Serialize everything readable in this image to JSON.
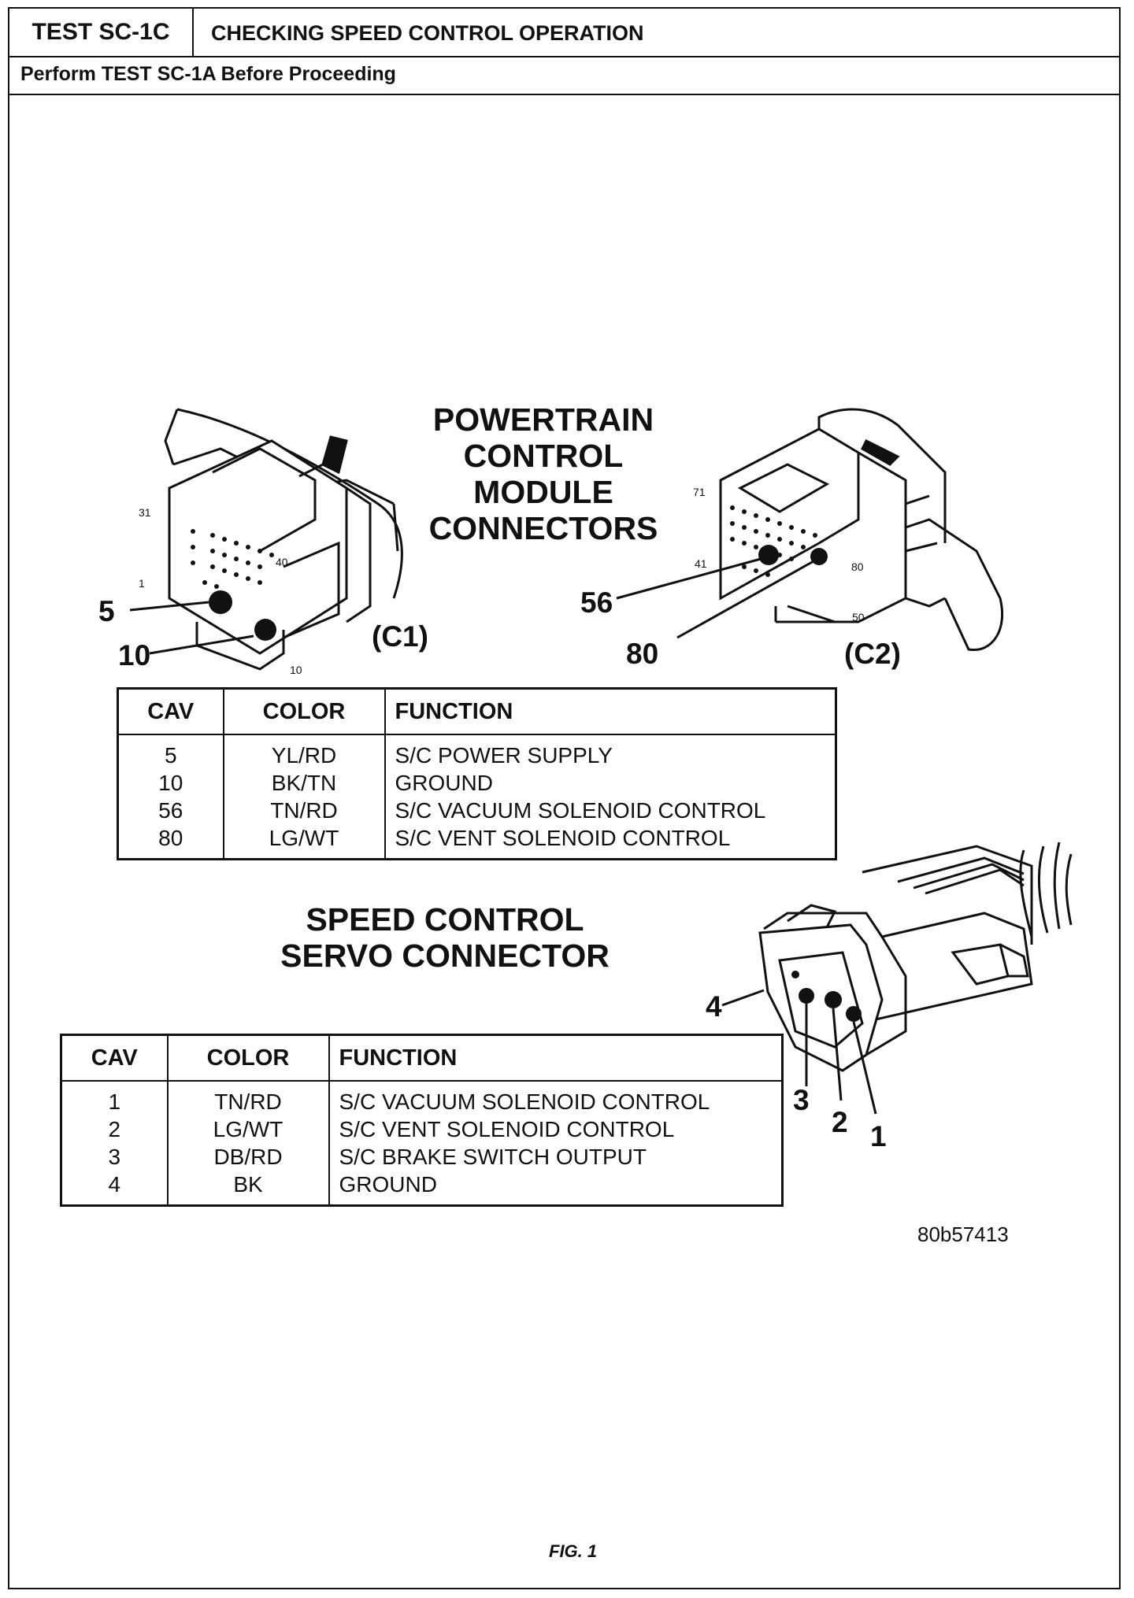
{
  "header": {
    "test_id": "TEST SC-1C",
    "title": "CHECKING SPEED CONTROL OPERATION",
    "subtitle": "Perform TEST SC-1A Before Proceeding"
  },
  "pcm": {
    "title_lines": [
      "POWERTRAIN",
      "CONTROL",
      "MODULE",
      "CONNECTORS"
    ],
    "c1": {
      "label": "(C1)",
      "callouts": [
        "5",
        "10"
      ],
      "pin_numbers": [
        "31",
        "40",
        "1",
        "10"
      ]
    },
    "c2": {
      "label": "(C2)",
      "callouts": [
        "56",
        "80"
      ],
      "pin_numbers": [
        "71",
        "41",
        "80",
        "50"
      ]
    },
    "table": {
      "headers": [
        "CAV",
        "COLOR",
        "FUNCTION"
      ],
      "rows": [
        [
          "5",
          "YL/RD",
          "S/C POWER SUPPLY"
        ],
        [
          "10",
          "BK/TN",
          "GROUND"
        ],
        [
          "56",
          "TN/RD",
          "S/C VACUUM SOLENOID CONTROL"
        ],
        [
          "80",
          "LG/WT",
          "S/C VENT SOLENOID CONTROL"
        ]
      ]
    }
  },
  "servo": {
    "title_lines": [
      "SPEED CONTROL",
      "SERVO CONNECTOR"
    ],
    "callouts": [
      "4",
      "3",
      "2",
      "1"
    ],
    "table": {
      "headers": [
        "CAV",
        "COLOR",
        "FUNCTION"
      ],
      "rows": [
        [
          "1",
          "TN/RD",
          "S/C VACUUM SOLENOID CONTROL"
        ],
        [
          "2",
          "LG/WT",
          "S/C VENT SOLENOID CONTROL"
        ],
        [
          "3",
          "DB/RD",
          "S/C BRAKE SWITCH OUTPUT"
        ],
        [
          "4",
          "BK",
          "GROUND"
        ]
      ]
    }
  },
  "figure_code": "80b57413",
  "figure_caption": "FIG. 1"
}
